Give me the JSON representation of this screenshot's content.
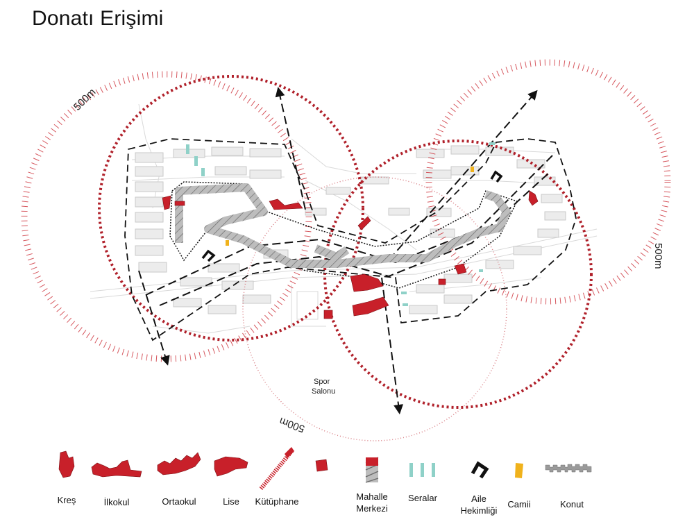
{
  "title": "Donatı Erişimi",
  "distance_labels": {
    "left": "500m",
    "right": "500m",
    "bottom": "500m"
  },
  "place_labels": {
    "spor_salonu_line1": "Spor",
    "spor_salonu_line2": "Salonu"
  },
  "colors": {
    "facility_red": "#c8202a",
    "ring_red": "#b0202a",
    "greenhouse": "#8fd1c8",
    "mosque": "#f0b21c",
    "housing": "#9a9a9a",
    "route": "#111111",
    "paths": "#d6d6d6"
  },
  "legend": [
    {
      "key": "kres",
      "label": "Kreş",
      "icon": "nursery-icon"
    },
    {
      "key": "ilkokul",
      "label": "İlkokul",
      "icon": "primary-school-icon"
    },
    {
      "key": "ortaokul",
      "label": "Ortaokul",
      "icon": "middle-school-icon"
    },
    {
      "key": "lise",
      "label": "Lise",
      "icon": "high-school-icon"
    },
    {
      "key": "kutuphane",
      "label": "Kütüphane",
      "icon": "library-icon"
    },
    {
      "key": "blank",
      "label": "",
      "icon": "facility-block-icon"
    },
    {
      "key": "mahalle",
      "label": "Mahalle\nMerkezi",
      "icon": "neighborhood-center-icon"
    },
    {
      "key": "seralar",
      "label": "Seralar",
      "icon": "greenhouse-icon"
    },
    {
      "key": "aile",
      "label": "Aile\nHekimliği",
      "icon": "family-clinic-icon"
    },
    {
      "key": "camii",
      "label": "Camii",
      "icon": "mosque-icon"
    },
    {
      "key": "konut",
      "label": "Konut",
      "icon": "housing-icon"
    }
  ]
}
